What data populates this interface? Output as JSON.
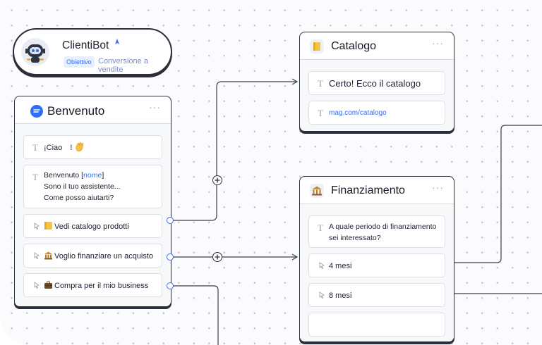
{
  "bot": {
    "name": "ClientiBot",
    "goal_label": "Obiettivo",
    "goal_value": "Conversione a vendite"
  },
  "nodes": {
    "welcome": {
      "title": "Benvenuto",
      "greeting": "¡Ciao",
      "greeting_suffix": "!",
      "intro_prefix": "Benvenuto [",
      "intro_var": "nome",
      "intro_suffix": "]",
      "intro_line2": "Sono il tuo assistente...",
      "intro_line3": "Come posso aiutarti?",
      "buttons": [
        "Vedi catalogo prodotti",
        "Voglio finanziare un acquisto",
        "Compra per il mio business"
      ]
    },
    "catalog": {
      "title": "Catalogo",
      "message": "Certo! Ecco il catalogo",
      "link": "mag.com/catalogo"
    },
    "financing": {
      "title": "Finanziamento",
      "question_line1": "A quale periodo di finanziamento",
      "question_line2": "sei interessato?",
      "options": [
        "4 mesi",
        "8 mesi"
      ]
    }
  },
  "menu_glyph": "···",
  "colors": {
    "accent": "#2f6df6",
    "border": "#2b2f3d",
    "canvas": "#fbfbfd"
  }
}
